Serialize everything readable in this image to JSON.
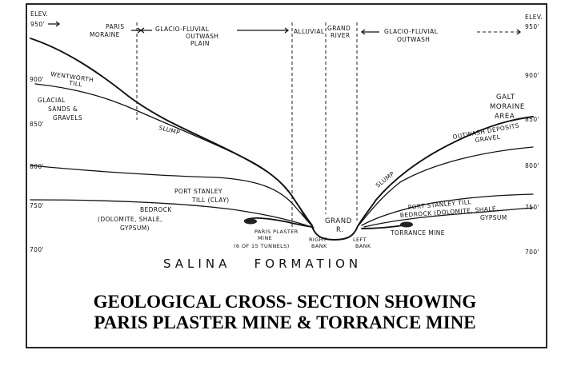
{
  "elevations": {
    "left_header": "ELEV.",
    "left_top": "950'",
    "right_header": "ELEV.",
    "right_top": "950'",
    "left_ticks": [
      "900'",
      "850'",
      "800'",
      "750'",
      "700'"
    ],
    "right_ticks": [
      "900'",
      "850'",
      "800'",
      "750'",
      "700'"
    ]
  },
  "zones": {
    "paris_moraine": [
      "PARIS",
      "MORAINE"
    ],
    "left_outwash": [
      "GLACIO-FLUVIAL",
      "OUTWASH",
      "PLAIN"
    ],
    "alluvial": "ALLUVIAL",
    "grand_river_top": [
      "GRAND",
      "RIVER"
    ],
    "right_outwash": [
      "GLACIO-FLUVIAL",
      "OUTWASH"
    ]
  },
  "labels": {
    "wentworth_till": [
      "WENTWORTH",
      "TILL"
    ],
    "glacial_sands": [
      "GLACIAL",
      "SANDS &",
      "GRAVELS"
    ],
    "slump_left": "SLUMP",
    "galt_moraine": [
      "GALT",
      "MORAINE",
      "AREA"
    ],
    "outwash_deposits": [
      "OUTWASH DEPOSITS",
      "GRAVEL"
    ],
    "slump_right": "SLUMP",
    "port_stanley_left": [
      "PORT STANLEY",
      "TILL (CLAY)"
    ],
    "bedrock_left": [
      "BEDROCK",
      "(DOLOMITE, SHALE,",
      "GYPSUM)"
    ],
    "port_stanley_right": "PORT STANLEY TILL",
    "bedrock_right": [
      "BEDROCK (DOLOMITE, SHALE,",
      "GYPSUM"
    ],
    "grand_river_channel": [
      "GRAND",
      "R."
    ],
    "paris_plaster_mine": [
      "PARIS PLASTER",
      "MINE"
    ],
    "tunnels_note": "(6 OF 15 TUNNELS)",
    "right_bank": [
      "RIGHT",
      "BANK"
    ],
    "left_bank": [
      "LEFT",
      "BANK"
    ],
    "torrance_mine": "TORRANCE MINE",
    "salina_formation": "SALINA   FORMATION"
  },
  "caption": {
    "line1": "GEOLOGICAL CROSS- SECTION SHOWING",
    "line2": "PARIS PLASTER MINE & TORRANCE MINE"
  }
}
